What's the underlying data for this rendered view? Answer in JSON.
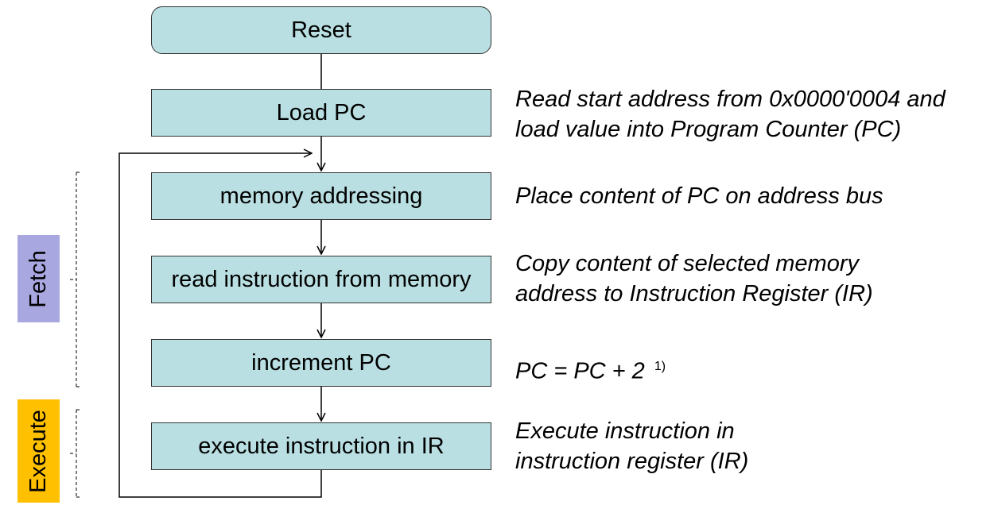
{
  "steps": {
    "reset": "Reset",
    "load_pc": "Load PC",
    "memory_addressing": "memory addressing",
    "read_instruction": "read instruction from memory",
    "increment_pc": "increment PC",
    "execute_instruction": "execute instruction in IR"
  },
  "descriptions": {
    "load_pc": [
      "Read start address from 0x0000'0004 and",
      "load value into Program Counter (PC)"
    ],
    "memory_addressing": [
      "Place content of PC on address bus"
    ],
    "read_instruction": [
      "Copy content of selected memory",
      "address to Instruction Register (IR)"
    ],
    "increment_pc": "PC = PC + 2",
    "increment_pc_footnote": "1)",
    "execute_instruction": [
      "Execute instruction in",
      "instruction register (IR)"
    ]
  },
  "phases": {
    "fetch": {
      "label": "Fetch",
      "color": "#a9a7e0"
    },
    "execute": {
      "label": "Execute",
      "color": "#ffc000"
    }
  },
  "colors": {
    "box_fill": "#b9dfe2",
    "line": "#000000"
  }
}
